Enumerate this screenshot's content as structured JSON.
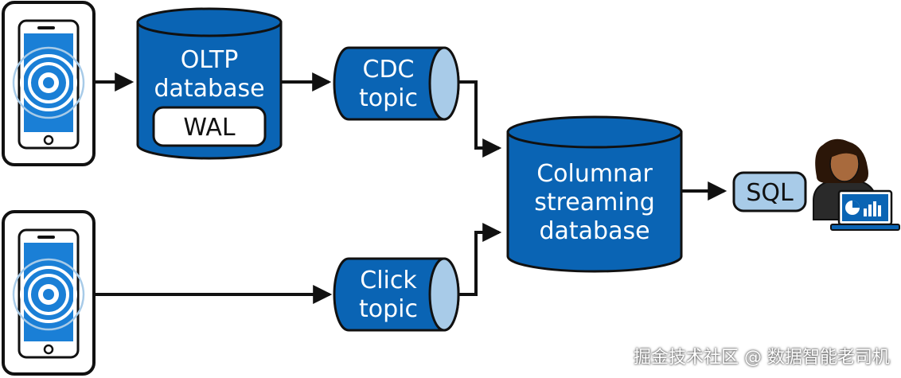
{
  "nodes": {
    "oltp": {
      "line1": "OLTP",
      "line2": "database"
    },
    "wal": "WAL",
    "cdc_topic": {
      "line1": "CDC",
      "line2": "topic"
    },
    "click_topic": {
      "line1": "Click",
      "line2": "topic"
    },
    "columnar": {
      "line1": "Columnar",
      "line2": "streaming",
      "line3": "database"
    },
    "sql": "SQL"
  },
  "watermark": "掘金技术社区 @ 数据智能老司机",
  "colors": {
    "primary_blue": "#0a64b4",
    "light_blue": "#a8cbe8",
    "stroke": "#111111",
    "phone_screen": "#1a7fd6",
    "skin": "#a86a3d",
    "hair": "#2b1608"
  }
}
